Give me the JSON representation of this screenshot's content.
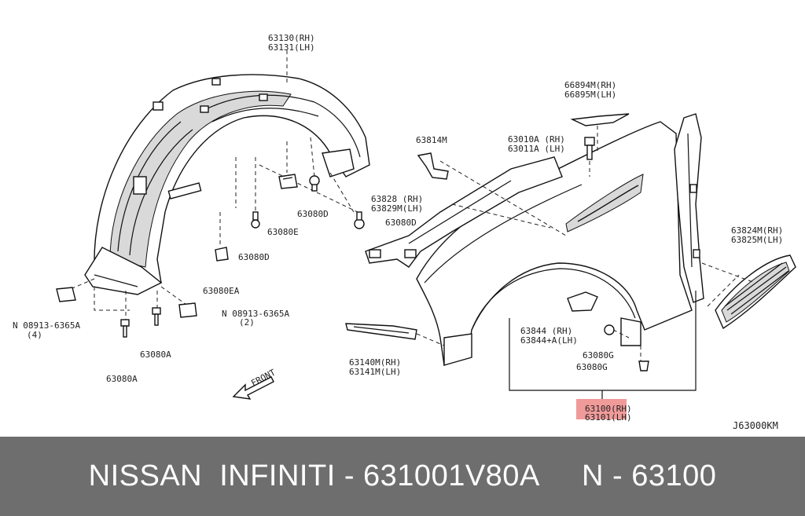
{
  "labels": {
    "l63130": "63130(RH)",
    "l63131": "63131(LH)",
    "l66894": "66894M(RH)",
    "l66895": "66895M(LH)",
    "l63814": "63814M",
    "l63010": "63010A (RH)",
    "l63011": "63011A (LH)",
    "l63828": "63828  (RH)",
    "l63829": "63829M(LH)",
    "l63080D_a": "63080D",
    "l63080D_b": "63080D",
    "l63080D_c": "63080D",
    "l63080E": "63080E",
    "l63080EA": "63080EA",
    "l63080A_a": "63080A",
    "l63080A_b": "63080A",
    "l08913_a": "N 08913-6365A",
    "l08913_a_qty": "(4)",
    "l08913_b": "N 08913-6365A",
    "l08913_b_qty": "(2)",
    "l63824": "63824M(RH)",
    "l63825": "63825M(LH)",
    "l63140": "63140M(RH)",
    "l63141": "63141M(LH)",
    "l63844a": "63844   (RH)",
    "l63844b": "63844+A(LH)",
    "l63080G_a": "63080G",
    "l63080G_b": "63080G",
    "l63100": "63100(RH)",
    "l63101": "63101(LH)",
    "front": "FRONT",
    "diagram_code": "J63000KM"
  },
  "highlight_color": "#f19a9a",
  "footer": {
    "text": "NISSAN  INFINITI - 631001V80A     N - 63100"
  }
}
